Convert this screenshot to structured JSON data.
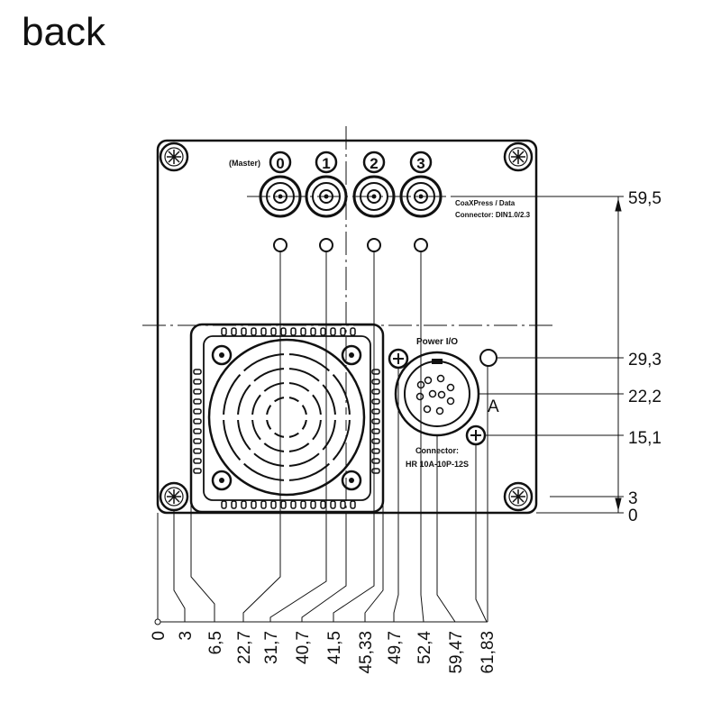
{
  "title": "back",
  "labels": {
    "master": "(Master)",
    "port_numbers": [
      "0",
      "1",
      "2",
      "3"
    ],
    "coax_line1": "CoaXPress / Data",
    "coax_line2": "Connector: DIN1.0/2.3",
    "power_io": "Power I/O",
    "connector_line1": "Connector:",
    "connector_line2": "HR 10A-10P-12S",
    "datum": "A"
  },
  "dims_right": [
    "59,5",
    "29,3",
    "22,2",
    "15,1",
    "3",
    "0"
  ],
  "dims_bottom": [
    "0",
    "3",
    "6,5",
    "22,7",
    "31,7",
    "40,7",
    "41,5",
    "45,33",
    "49,7",
    "52,4",
    "59,47",
    "61,83"
  ]
}
